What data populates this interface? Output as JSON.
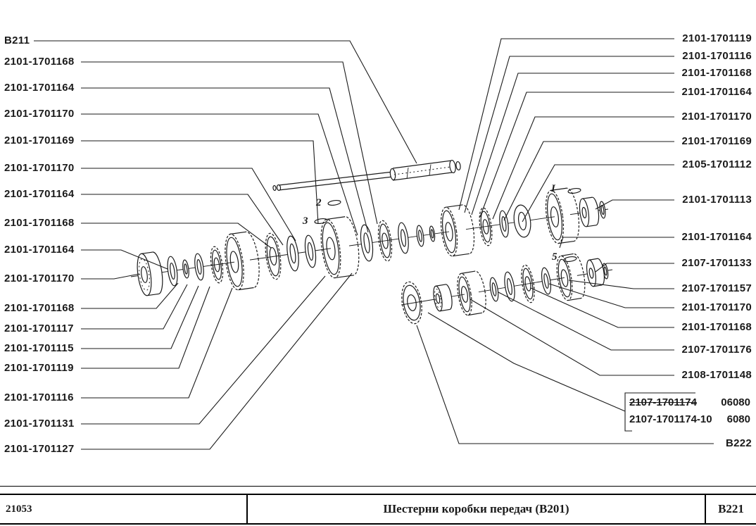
{
  "colors": {
    "ink": "#1a1a1a",
    "paper": "#ffffff"
  },
  "diagram": {
    "left_labels": [
      "В211",
      "2101-1701168",
      "2101-1701164",
      "2101-1701170",
      "2101-1701169",
      "2101-1701170",
      "2101-1701164",
      "2101-1701168",
      "2101-1701164",
      "2101-1701170",
      "2101-1701168",
      "2101-1701117",
      "2101-1701115",
      "2101-1701119",
      "2101-1701116",
      "2101-1701131",
      "2101-1701127"
    ],
    "right_labels": [
      "2101-1701119",
      "2101-1701116",
      "2101-1701168",
      "2101-1701164",
      "2101-1701170",
      "2101-1701169",
      "2105-1701112",
      "2101-1701113",
      "2101-1701164",
      "2107-1701133",
      "2107-1701157",
      "2101-1701170",
      "2101-1701168",
      "2107-1701176",
      "2108-1701148"
    ],
    "bracket": [
      {
        "code": "2107-1701174",
        "note": "06080",
        "strikethrough": true
      },
      {
        "code": "2107-1701174-10",
        "note": "6080",
        "strikethrough": false
      }
    ],
    "right_assembly_ref": "В222",
    "callouts": [
      {
        "label": "2"
      },
      {
        "label": "3"
      },
      {
        "label": "I"
      },
      {
        "label": "5"
      }
    ]
  },
  "footer": {
    "doc_number": "21053",
    "title": "Шестерни коробки передач (В201)",
    "sheet": "В221"
  }
}
